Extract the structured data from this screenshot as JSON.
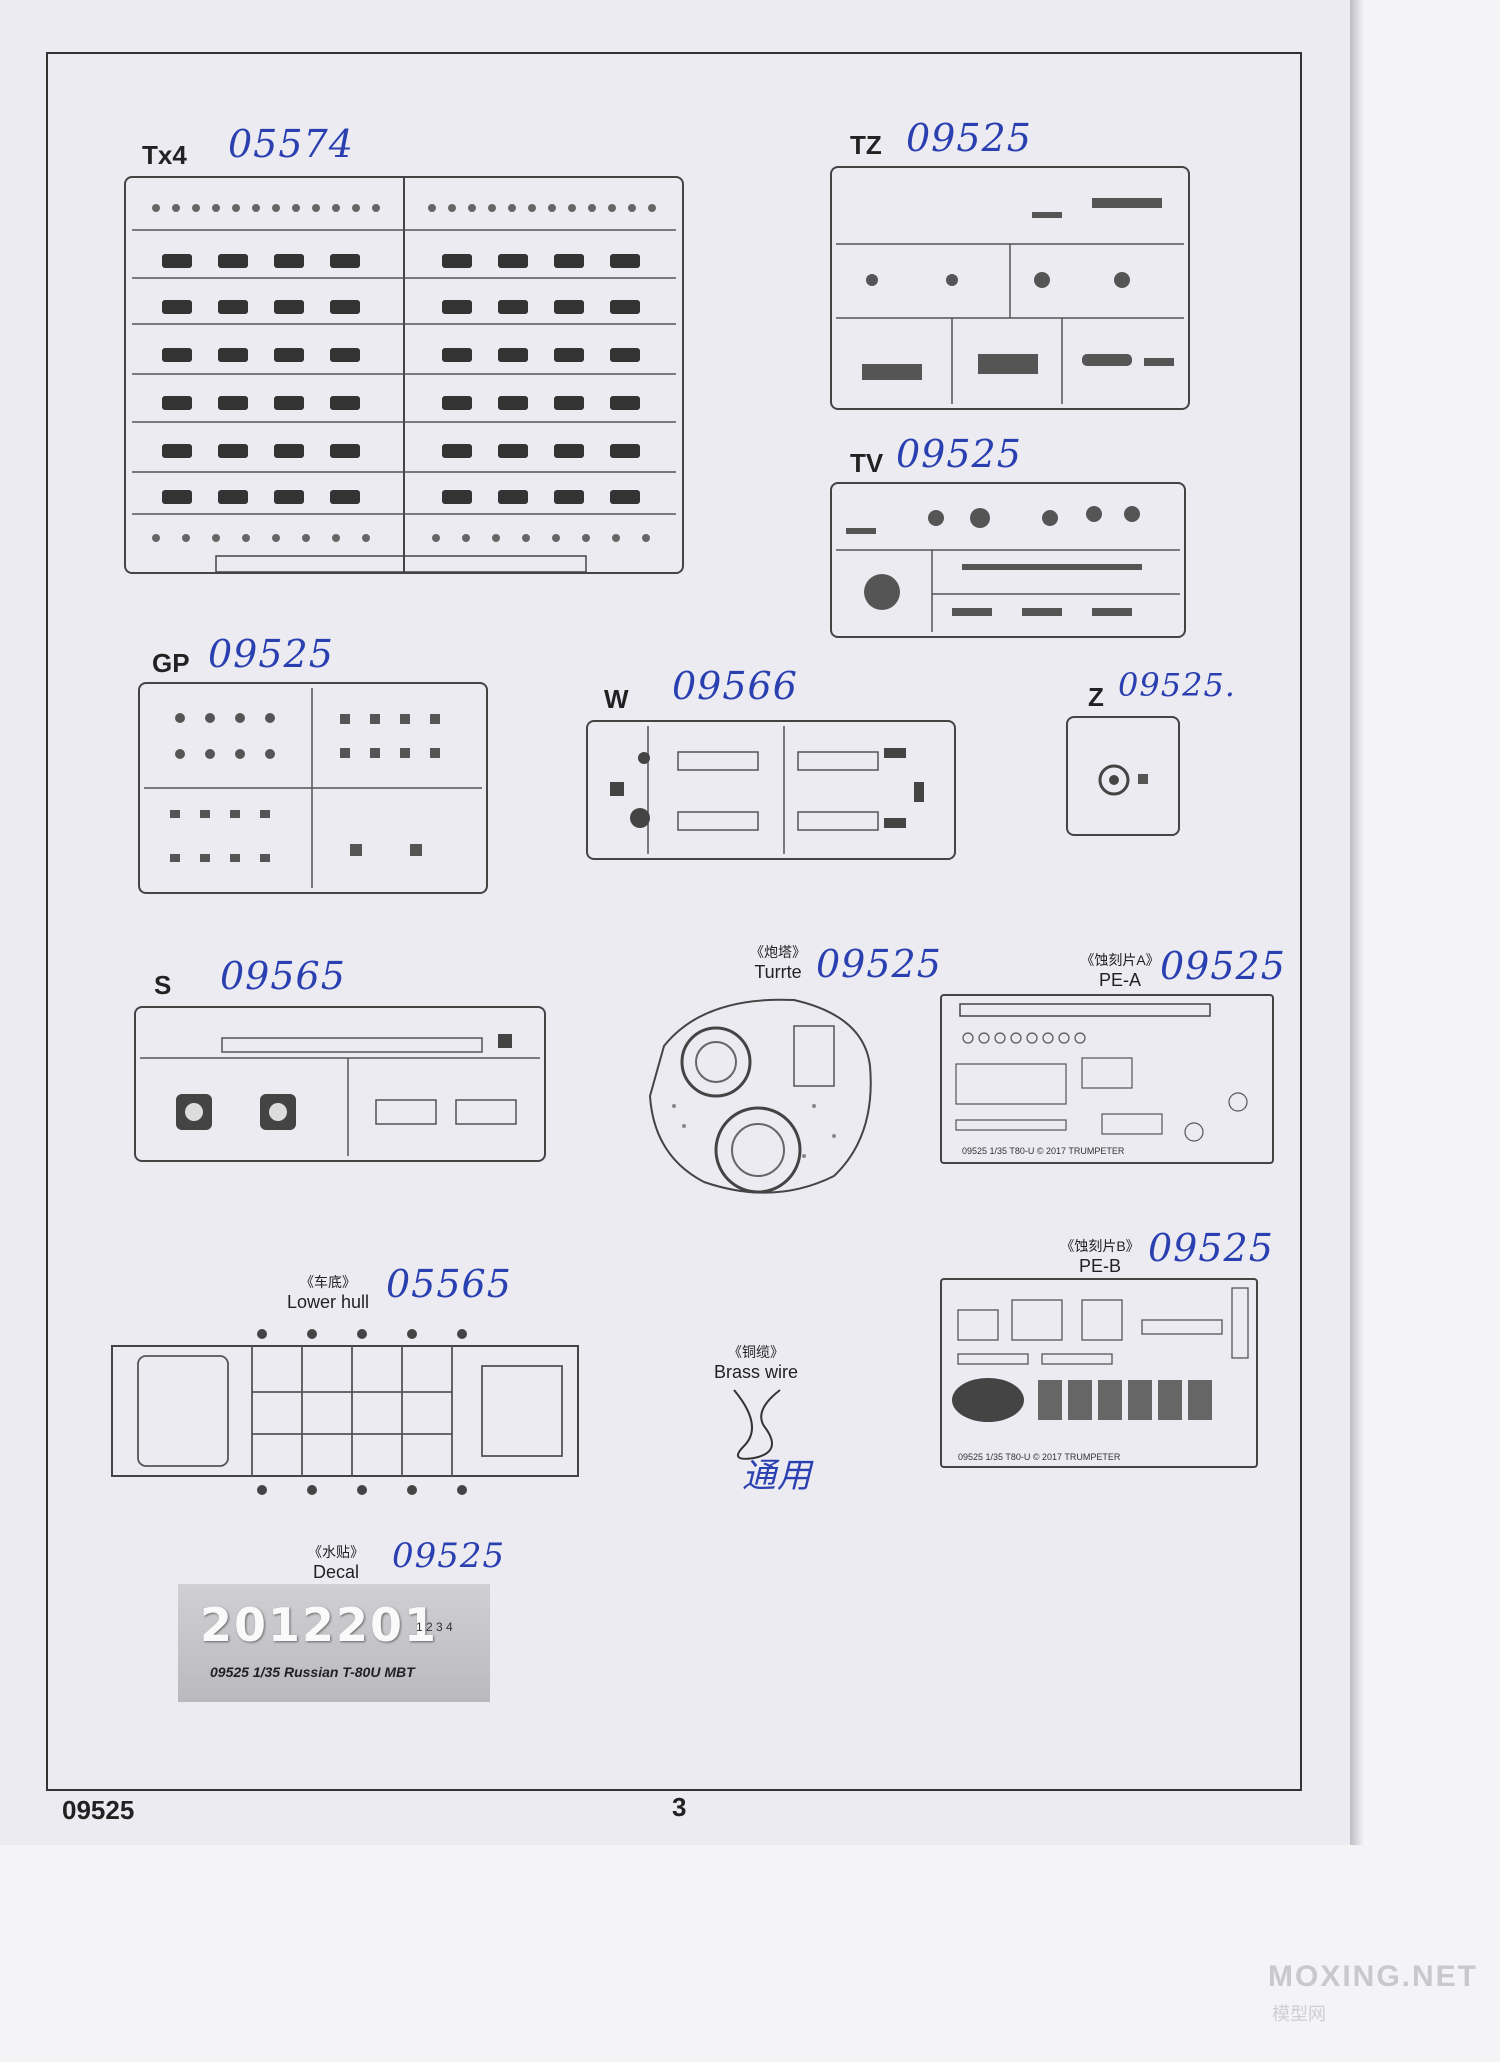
{
  "page": {
    "footer_code": "09525",
    "page_number": "3"
  },
  "sprues": [
    {
      "id": "tx4",
      "label": "Tx4",
      "note": "05574"
    },
    {
      "id": "tz",
      "label": "TZ",
      "note": "09525"
    },
    {
      "id": "tv",
      "label": "TV",
      "note": "09525"
    },
    {
      "id": "gp",
      "label": "GP",
      "note": "09525"
    },
    {
      "id": "w",
      "label": "W",
      "note": "09566"
    },
    {
      "id": "z",
      "label": "Z",
      "note": "09525."
    },
    {
      "id": "s",
      "label": "S",
      "note": "09565"
    }
  ],
  "parts": {
    "turret": {
      "cn": "《炮塔》",
      "en": "Turrte",
      "note": "09525"
    },
    "pe_a": {
      "cn": "《蚀刻片A》",
      "en": "PE-A",
      "note": "09525",
      "caption": "09525  1/35  T80-U © 2017 TRUMPETER"
    },
    "pe_b": {
      "cn": "《蚀刻片B》",
      "en": "PE-B",
      "note": "09525",
      "caption": "09525  1/35  T80-U © 2017 TRUMPETER"
    },
    "lower_hull": {
      "cn": "《车底》",
      "en": "Lower hull",
      "note": "05565"
    },
    "brass_wire": {
      "cn": "《铜缆》",
      "en": "Brass wire",
      "note": "通用"
    },
    "decal": {
      "cn": "《水贴》",
      "en": "Decal",
      "note": "09525",
      "numbers": "2012201",
      "small": "1 2 3 4",
      "caption": "09525 1/35  Russian T-80U MBT"
    }
  },
  "watermark": {
    "site": "MOXING.NET",
    "cn": "模型网"
  }
}
